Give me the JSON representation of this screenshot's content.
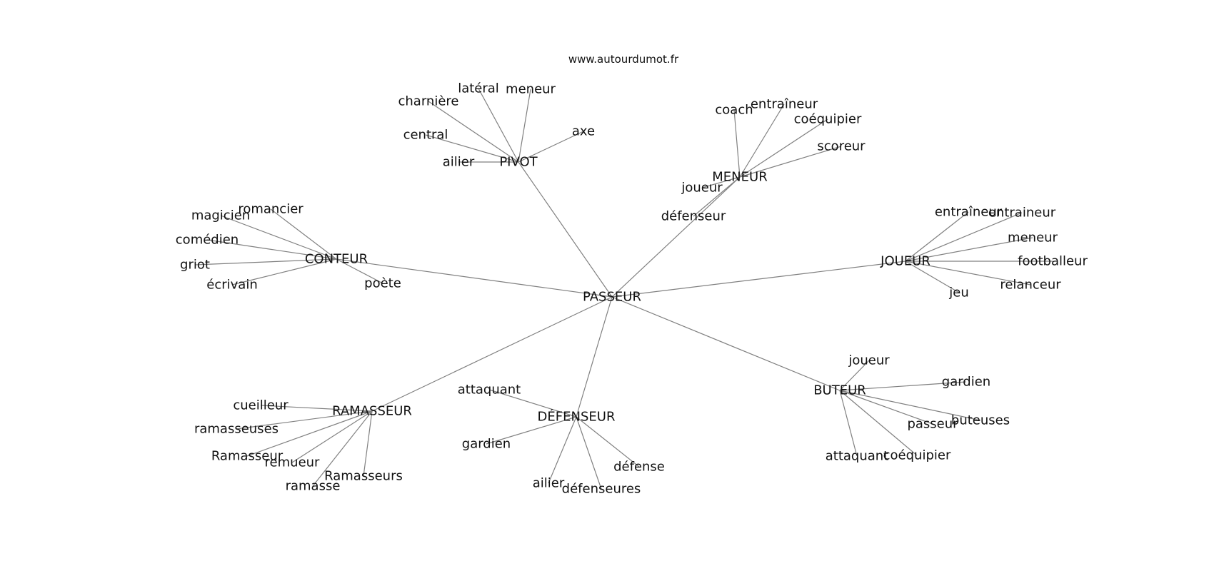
{
  "watermark": "www.autourdumot.fr",
  "center": {
    "id": "passeur",
    "label": "PASSEUR"
  },
  "hubs": [
    {
      "id": "pivot",
      "label": "PIVOT",
      "leaves": [
        {
          "id": "pivot-lateral",
          "label": "latéral"
        },
        {
          "id": "pivot-meneur",
          "label": "meneur"
        },
        {
          "id": "pivot-charniere",
          "label": "charnière"
        },
        {
          "id": "pivot-axe",
          "label": "axe"
        },
        {
          "id": "pivot-central",
          "label": "central"
        },
        {
          "id": "pivot-ailier",
          "label": "ailier"
        }
      ]
    },
    {
      "id": "meneur",
      "label": "MENEUR",
      "leaves": [
        {
          "id": "meneur-coach",
          "label": "coach"
        },
        {
          "id": "meneur-entraineur",
          "label": "entraîneur"
        },
        {
          "id": "meneur-coequipier",
          "label": "coéquipier"
        },
        {
          "id": "meneur-scoreur",
          "label": "scoreur"
        },
        {
          "id": "meneur-joueur",
          "label": "joueur"
        },
        {
          "id": "meneur-defenseur",
          "label": "défenseur"
        }
      ]
    },
    {
      "id": "conteur",
      "label": "CONTEUR",
      "leaves": [
        {
          "id": "conteur-romancier",
          "label": "romancier"
        },
        {
          "id": "conteur-magicien",
          "label": "magicien"
        },
        {
          "id": "conteur-comedien",
          "label": "comédien"
        },
        {
          "id": "conteur-griot",
          "label": "griot"
        },
        {
          "id": "conteur-ecrivain",
          "label": "écrivain"
        },
        {
          "id": "conteur-poete",
          "label": "poète"
        }
      ]
    },
    {
      "id": "joueur",
      "label": "JOUEUR",
      "leaves": [
        {
          "id": "joueur-entraineur-circ",
          "label": "entraîneur"
        },
        {
          "id": "joueur-entraineur",
          "label": "entraineur"
        },
        {
          "id": "joueur-meneur",
          "label": "meneur"
        },
        {
          "id": "joueur-footballeur",
          "label": "footballeur"
        },
        {
          "id": "joueur-relanceur",
          "label": "relanceur"
        },
        {
          "id": "joueur-jeu",
          "label": "jeu"
        }
      ]
    },
    {
      "id": "buteur",
      "label": "BUTEUR",
      "leaves": [
        {
          "id": "buteur-joueur",
          "label": "joueur"
        },
        {
          "id": "buteur-gardien",
          "label": "gardien"
        },
        {
          "id": "buteur-buteuses",
          "label": "buteuses"
        },
        {
          "id": "buteur-passeur",
          "label": "passeur"
        },
        {
          "id": "buteur-attaquant",
          "label": "attaquant"
        },
        {
          "id": "buteur-coequipier",
          "label": "coéquipier"
        }
      ]
    },
    {
      "id": "defenseur",
      "label": "DÉFENSEUR",
      "leaves": [
        {
          "id": "defenseur-attaquant",
          "label": "attaquant"
        },
        {
          "id": "defenseur-gardien",
          "label": "gardien"
        },
        {
          "id": "defenseur-defense",
          "label": "défense"
        },
        {
          "id": "defenseur-ailier",
          "label": "ailier"
        },
        {
          "id": "defenseur-defenseures",
          "label": "défenseures"
        }
      ]
    },
    {
      "id": "ramasseur",
      "label": "RAMASSEUR",
      "leaves": [
        {
          "id": "ramasseur-cueilleur",
          "label": "cueilleur"
        },
        {
          "id": "ramasseur-ramasseuses",
          "label": "ramasseuses"
        },
        {
          "id": "ramasseur-Ramasseur",
          "label": "Ramasseur"
        },
        {
          "id": "ramasseur-remueur",
          "label": "remueur"
        },
        {
          "id": "ramasseur-Ramasseurs",
          "label": "Ramasseurs"
        },
        {
          "id": "ramasseur-ramasse",
          "label": "ramasse"
        }
      ]
    }
  ]
}
